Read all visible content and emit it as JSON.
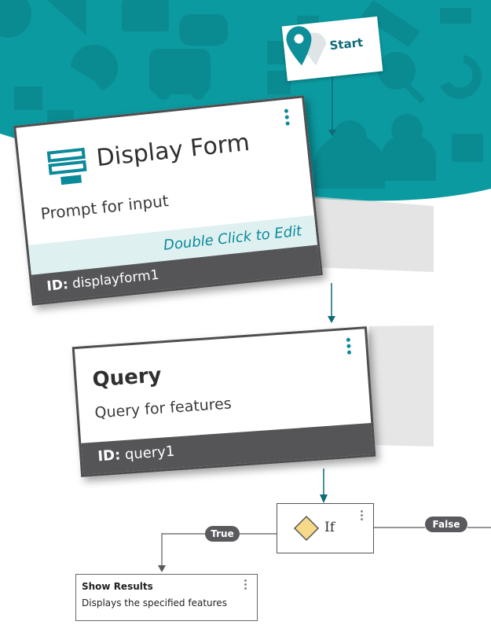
{
  "colors": {
    "teal": "#0b9aa0",
    "teal_dark": "#0a8a90",
    "card_border": "#4e4e51",
    "footer_bg": "#555558",
    "accent_teal": "#0b8a9a",
    "edit_band": "#dff0f1",
    "if_diamond": "#f7d98a",
    "connector": "#0e6a78"
  },
  "start": {
    "label": "Start",
    "icon": "map-pin-icon"
  },
  "display_form": {
    "icon": "form-icon",
    "title": "Display Form",
    "description": "Prompt for input",
    "edit_hint": "Double Click to Edit",
    "id_label": "ID:",
    "id_value": "displayform1"
  },
  "query": {
    "title": "Query",
    "description": "Query for features",
    "id_label": "ID:",
    "id_value": "query1"
  },
  "if_node": {
    "label": "If",
    "icon": "diamond-icon"
  },
  "branches": {
    "true_label": "True",
    "false_label": "False"
  },
  "show_results": {
    "title": "Show Results",
    "description": "Displays the specified features"
  }
}
